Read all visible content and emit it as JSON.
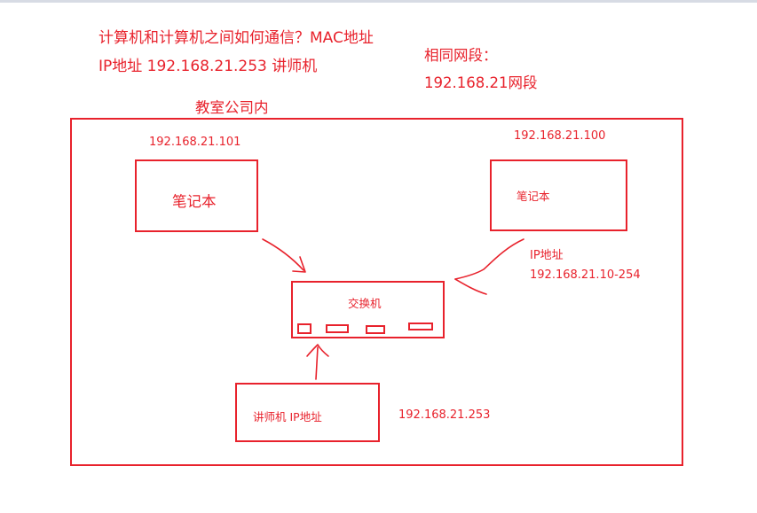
{
  "notes": {
    "question": "计算机和计算机之间如何通信？MAC地址",
    "teacher_ip": "IP地址 192.168.21.253 讲师机",
    "same_segment_label": "相同网段：",
    "segment": "192.168.21网段"
  },
  "room": {
    "label": "教室公司内"
  },
  "devices": {
    "laptop_left": {
      "ip": "192.168.21.101",
      "label": "笔记本"
    },
    "laptop_right": {
      "ip": "192.168.21.100",
      "label": "笔记本"
    },
    "switch": {
      "label": "交换机"
    },
    "teacher": {
      "label": "讲师机  IP地址",
      "ip": "192.168.21.253"
    }
  },
  "ip_range": {
    "label": "IP地址",
    "range": "192.168.21.10-254"
  },
  "colors": {
    "ink": "#e8222c",
    "background": "#ffffff"
  }
}
